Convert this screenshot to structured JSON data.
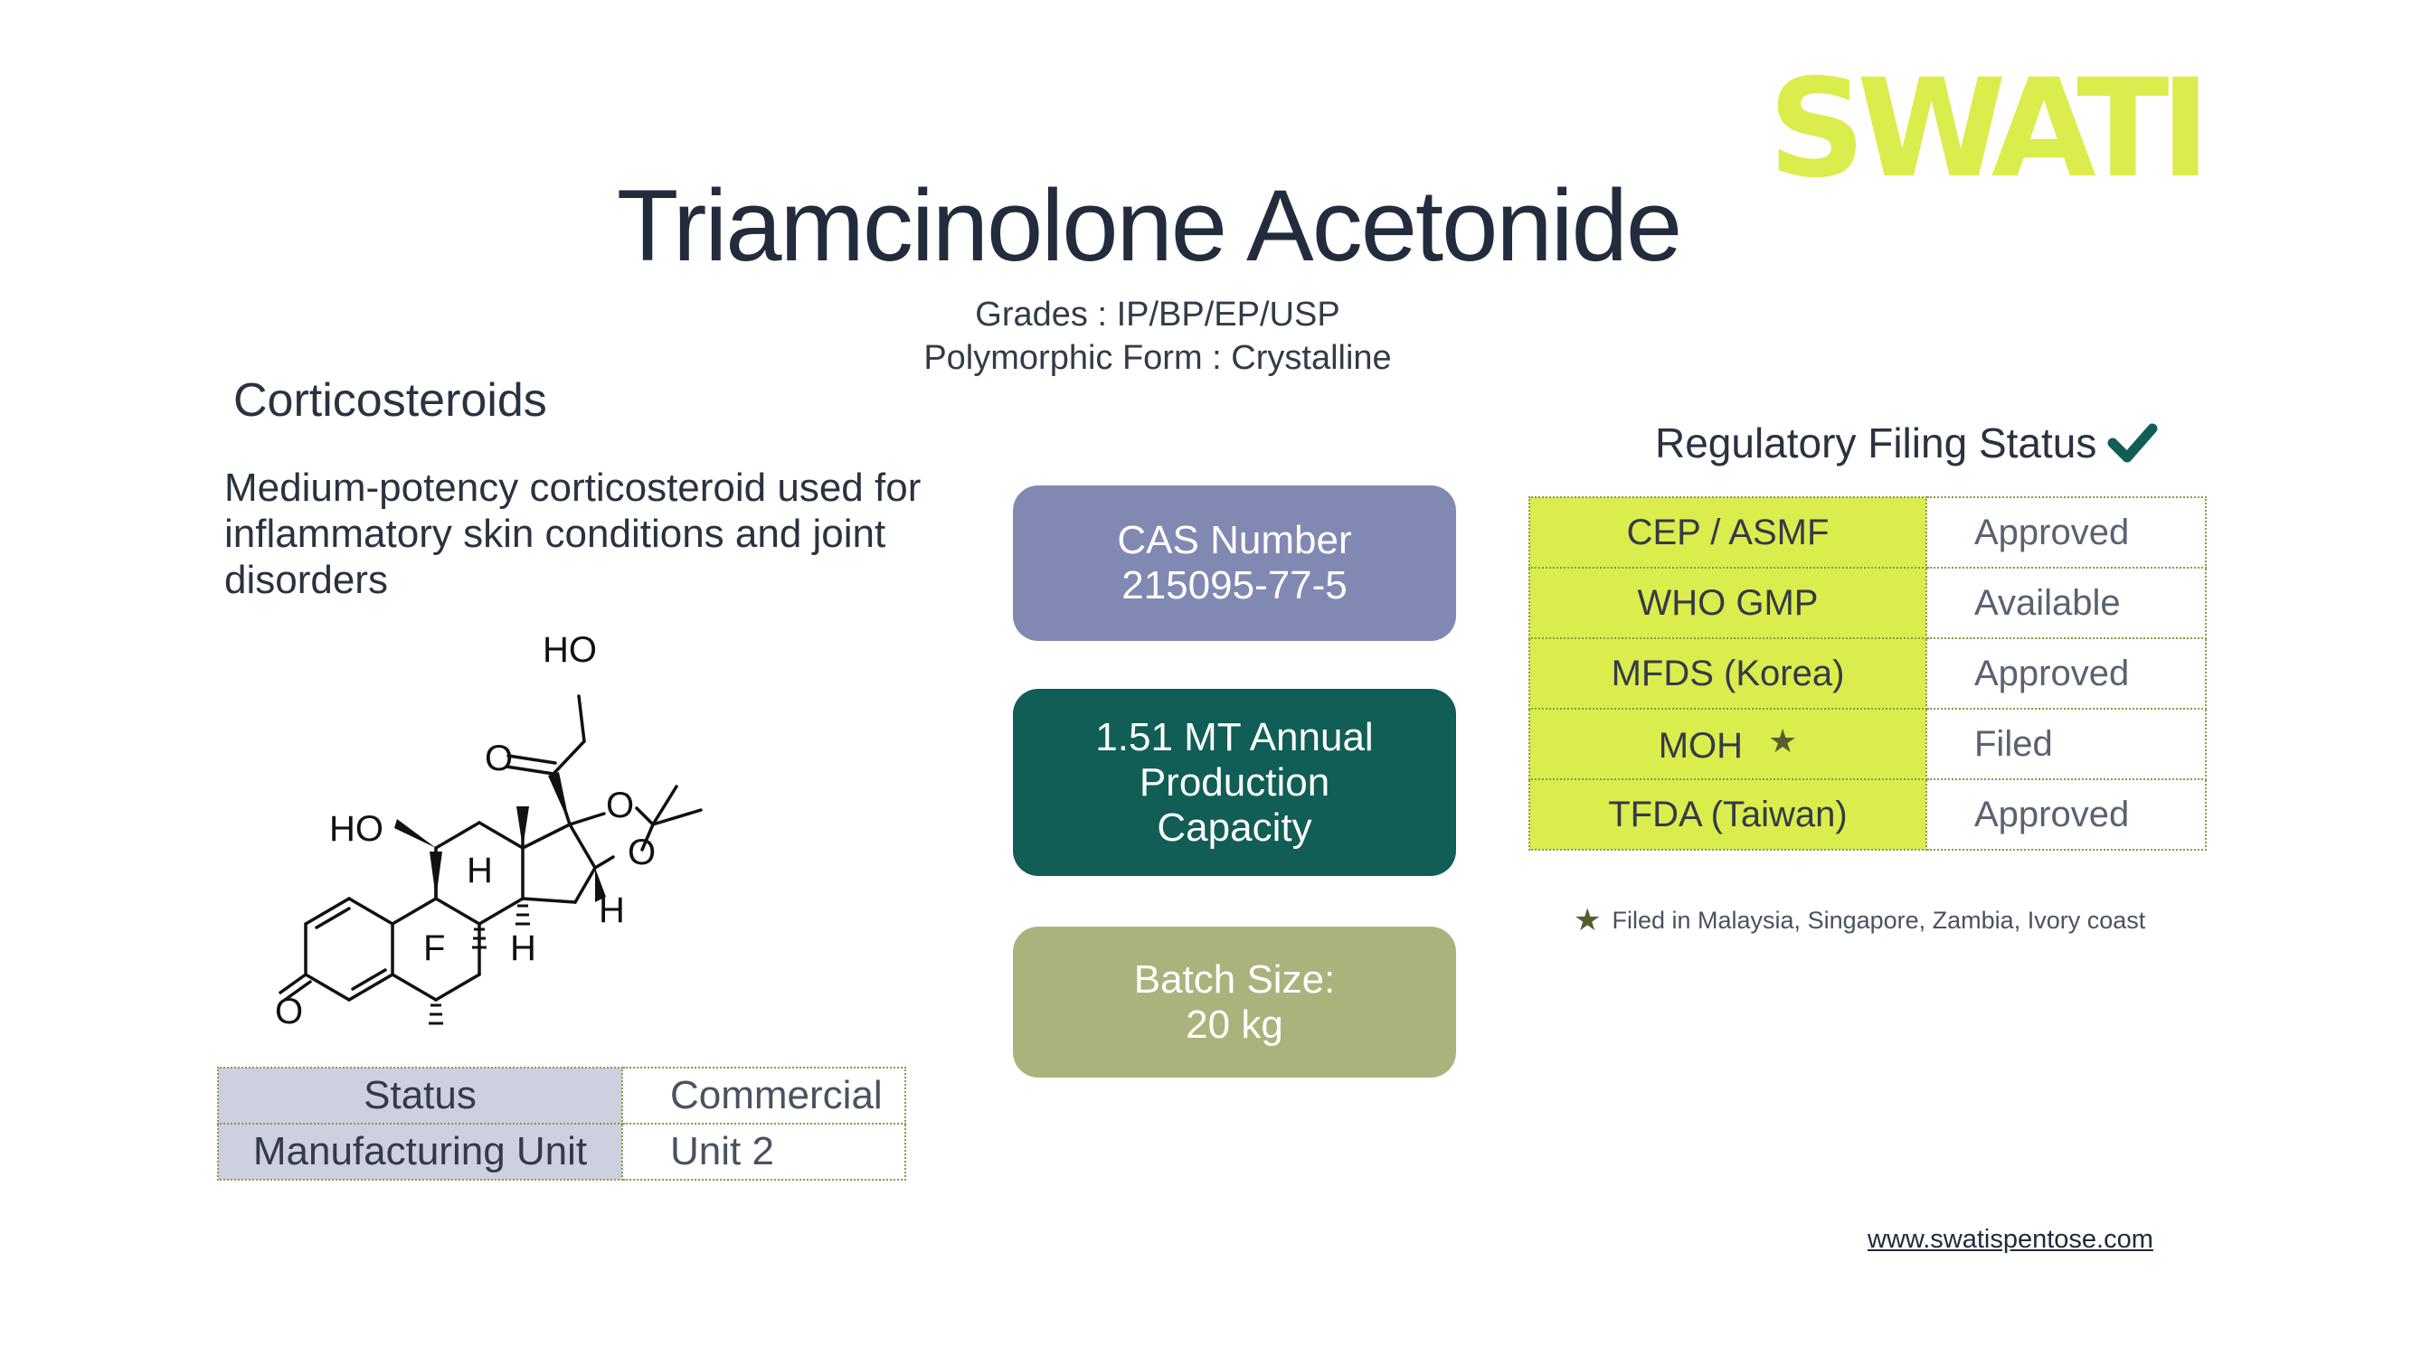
{
  "brand": {
    "logo_text": "SWATI",
    "logo_color": "#dbec4d"
  },
  "product": {
    "name": "Triamcinolone Acetonide",
    "grades": "Grades : IP/BP/EP/USP",
    "polymorphic_form": "Polymorphic Form : Crystalline",
    "category": "Corticosteroids",
    "description": "Medium-potency corticosteroid used for inflammatory skin conditions and joint disorders"
  },
  "structure": {
    "labels": {
      "ho_top": "HO",
      "o_ketone": "O",
      "o_ring_upper": "O",
      "o_ring_lower": "O",
      "ho_left": "HO",
      "h_center": "H",
      "f": "F",
      "h_lower": "H",
      "h_right": "H",
      "o_bottom": "O"
    }
  },
  "status_table": {
    "rows": [
      {
        "label": "Status",
        "value": "Commercial"
      },
      {
        "label": "Manufacturing Unit",
        "value": "Unit 2"
      }
    ]
  },
  "highlights": {
    "cas": {
      "line1": "CAS Number",
      "line2": "215095-77-5",
      "color": "#8189b2"
    },
    "capacity": {
      "line1": "1.51 MT Annual",
      "line2": "Production",
      "line3": "Capacity",
      "color": "#105e55"
    },
    "batch": {
      "line1": "Batch Size:",
      "line2": "20 kg",
      "color": "#acb27c"
    }
  },
  "regulatory": {
    "heading": "Regulatory Filing Status",
    "check_icon": "check-icon",
    "rows": [
      {
        "label": "CEP / ASMF",
        "value": "Approved"
      },
      {
        "label": "WHO GMP",
        "value": "Available"
      },
      {
        "label": "MFDS (Korea)",
        "value": "Approved"
      },
      {
        "label": "MOH",
        "value": "Filed",
        "star_icon": "star-icon"
      },
      {
        "label": "TFDA (Taiwan)",
        "value": "Approved"
      }
    ],
    "label_color": "#dbec4d",
    "footnote": "Filed in Malaysia, Singapore, Zambia, Ivory coast"
  },
  "footer": {
    "website": "www.swatispentose.com"
  }
}
